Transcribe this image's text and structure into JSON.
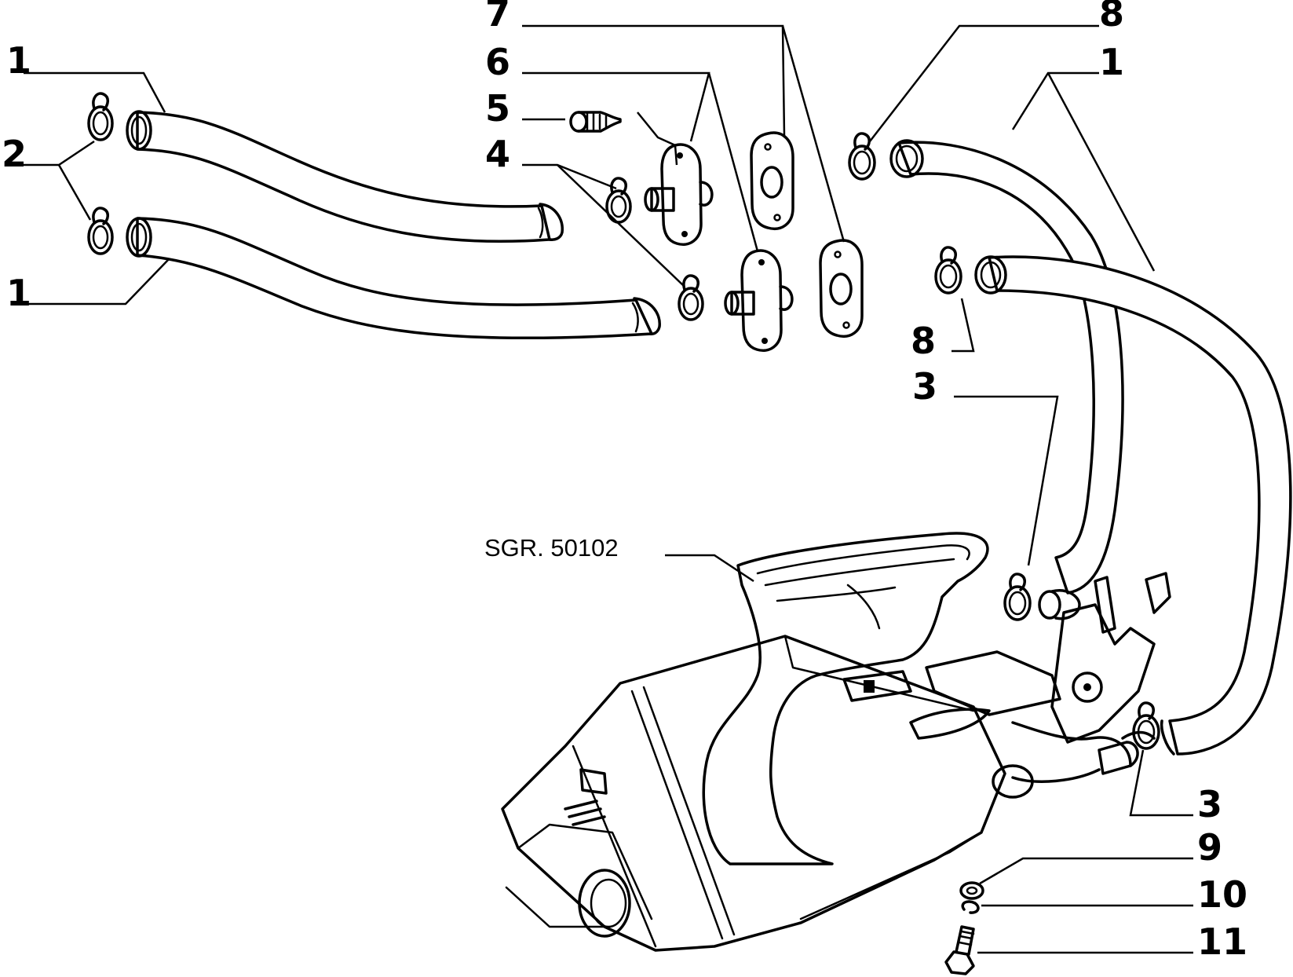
{
  "callouts": {
    "c1_top_left": "1",
    "c2_left": "2",
    "c1_bottom_left": "1",
    "c7": "7",
    "c6": "6",
    "c5": "5",
    "c4": "4",
    "c8_top": "8",
    "c1_right": "1",
    "c8_mid": "8",
    "c3_upper": "3",
    "c3_lower": "3",
    "c9": "9",
    "c10": "10",
    "c11": "11"
  },
  "reference_label": "SGR. 50102"
}
